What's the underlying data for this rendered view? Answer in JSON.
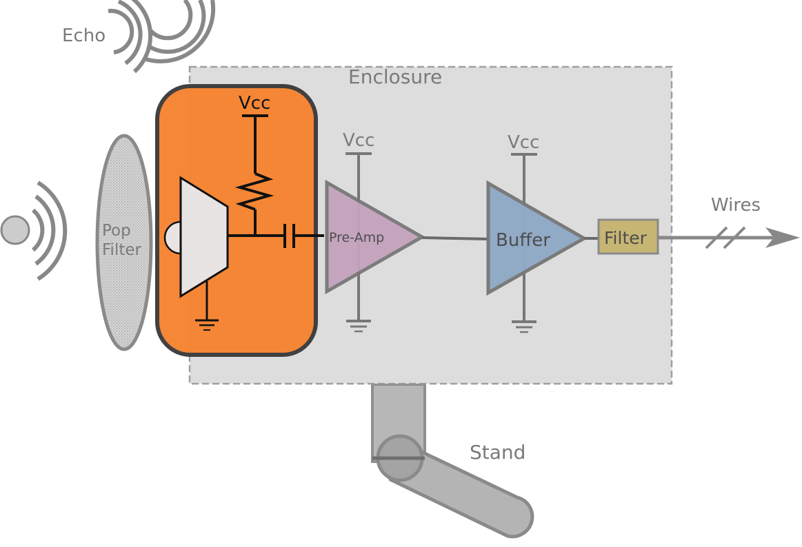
{
  "labels": {
    "echo": "Echo",
    "enclosure": "Enclosure",
    "pop_filter_line1": "Pop",
    "pop_filter_line2": "Filter",
    "vcc_mic": "Vcc",
    "vcc_preamp": "Vcc",
    "vcc_buffer": "Vcc",
    "preamp": "Pre-Amp",
    "buffer": "Buffer",
    "filter": "Filter",
    "wires": "Wires",
    "stand": "Stand"
  },
  "colors": {
    "mic_capsule": "#f6832f",
    "enclosure": "#dcdcdc",
    "preamp": "#c4a2bd",
    "buffer": "#8fa9c6",
    "filter": "#c7b574",
    "stand": "#b4b4b4",
    "pop_filter": "#d8d8d8"
  }
}
